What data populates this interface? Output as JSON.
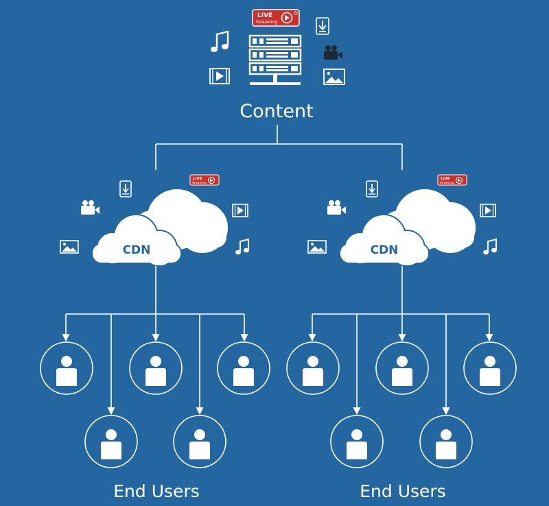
{
  "colors": {
    "background": "#2467a0",
    "foreground": "#ffffff",
    "live_badge": "#c9302c",
    "camera_dark": "#1d2a36"
  },
  "live_badge": {
    "title": "LIVE",
    "subtitle": "Streaming"
  },
  "content": {
    "label": "Content",
    "icons": [
      "music-icon",
      "video-icon",
      "live-streaming-badge",
      "download-icon",
      "video-camera-icon",
      "image-icon",
      "server-icon"
    ]
  },
  "cdn_nodes": [
    {
      "label": "CDN",
      "icons": [
        "download-icon",
        "live-streaming-badge",
        "video-camera-icon",
        "video-icon",
        "image-icon",
        "music-icon"
      ]
    },
    {
      "label": "CDN",
      "icons": [
        "download-icon",
        "live-streaming-badge",
        "video-camera-icon",
        "video-icon",
        "image-icon",
        "music-icon"
      ]
    }
  ],
  "user_groups": [
    {
      "label": "End Users",
      "user_count": 5
    },
    {
      "label": "End Users",
      "user_count": 5
    }
  ]
}
